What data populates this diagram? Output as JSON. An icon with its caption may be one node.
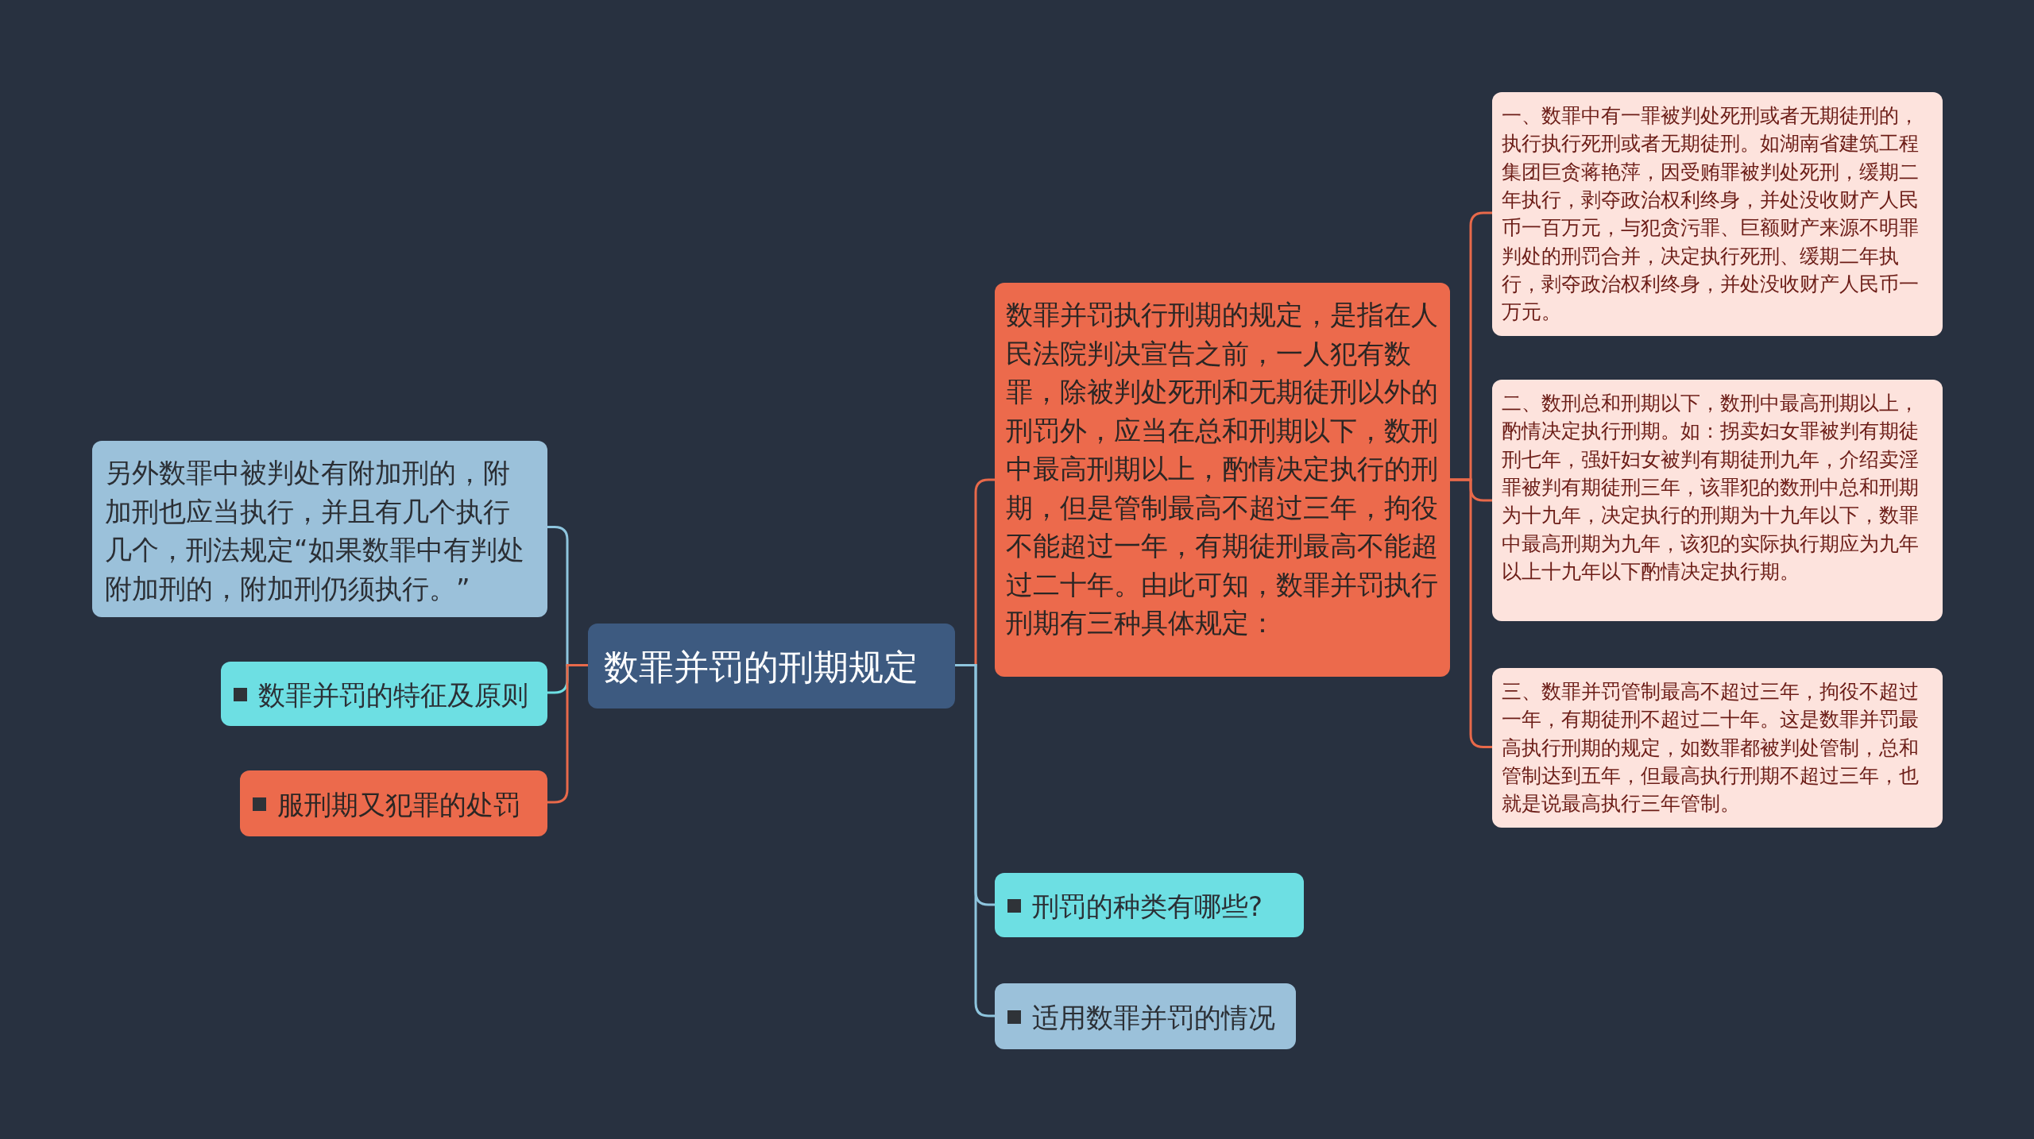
{
  "diagram": {
    "nodes": [
      {
        "text": [
          "数罪并罚的刑期规定"
        ]
      },
      {
        "text": [
          "数罪并罚执行刑期的规定，是指在人民法院判决宣告之前，一人犯有数罪，除被判处死刑和无期徒刑以外的刑罚外，应当在总和刑期以下，数刑中最高刑期以上，酌情决定执行的刑期，但是管制最高不超过三年，拘役不能超过一年，有期徒刑最高不能超过二十年。由此可知，数罪并罚执行刑期有三种具体规定："
        ]
      },
      {
        "text": [
          "一、数罪中有一罪被判处死刑或者无期徒刑的，执行执行死刑或者无期徒刑。如湖南省建筑工程集团巨贪蒋艳萍，因受贿罪被判处死刑，缓期二年执行，剥夺政治权利终身，并处没收财产人民币一百万元，与犯贪污罪、巨额财产来源不明罪判处的刑罚合并，决定执行死刑、缓期二年执行，剥夺政治权利终身，并处没收财产人民币一万元。"
        ]
      },
      {
        "text": [
          "二、数刑总和刑期以下，数刑中最高刑期以上，酌情决定执行刑期。如：拐卖妇女罪被判有期徒刑七年，强奸妇女被判有期徒刑九年，介绍卖淫罪被判有期徒刑三年，该罪犯的数刑中总和刑期为十九年，决定执行的刑期为十九年以下，数罪中最高刑期为九年，该犯的实际执行期应为九年以上十九年以下酌情决定执行期。"
        ]
      },
      {
        "text": [
          "三、数罪并罚管制最高不超过三年，拘役不超过一年，有期徒刑不超过二十年。这是数罪并罚最高执行刑期的规定，如数罪都被判处管制，总和管制达到五年，但最高执行刑期不超过三年，也就是说最高执行三年管制。"
        ]
      },
      {
        "text": [
          "刑罚的种类有哪些?"
        ]
      },
      {
        "text": [
          "适用数罪并罚的情况"
        ]
      },
      {
        "text": [
          "另外数罪中被判处有附加刑的，附加刑也应当执行，并且有几个执行几个，刑法规定“如果数罪中有判处附加刑的，附加刑仍须执行。”"
        ]
      },
      {
        "text": [
          "数罪并罚的特征及原则"
        ]
      },
      {
        "text": [
          "服刑期又犯罪的处罚"
        ]
      }
    ],
    "edges": [
      {
        "from": 0,
        "to": 1,
        "arrow": "none"
      },
      {
        "from": 1,
        "to": 2,
        "arrow": "none"
      },
      {
        "from": 1,
        "to": 3,
        "arrow": "none"
      },
      {
        "from": 1,
        "to": 4,
        "arrow": "none"
      },
      {
        "from": 0,
        "to": 5,
        "arrow": "none",
        "color": "#8ec5de"
      },
      {
        "from": 0,
        "to": 6,
        "arrow": "none",
        "color": "#8ec5de"
      },
      {
        "from": 0,
        "to": 7,
        "arrow": "none",
        "color": "#8ec5de"
      },
      {
        "from": 0,
        "to": 8,
        "arrow": "none",
        "color": "#6ddfe3"
      },
      {
        "from": 0,
        "to": 9,
        "arrow": "none"
      }
    ]
  }
}
